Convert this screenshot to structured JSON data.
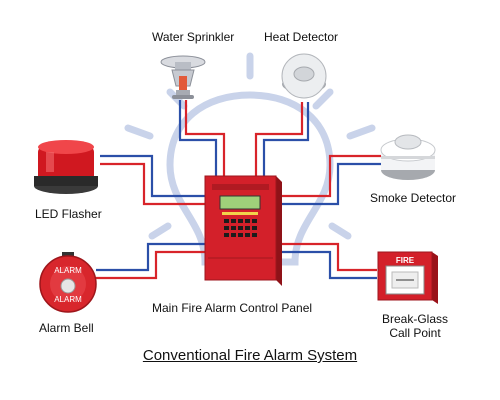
{
  "title": "Conventional Fire Alarm System",
  "devices": {
    "water_sprinkler": "Water Sprinkler",
    "heat_detector": "Heat Detector",
    "led_flasher": "LED Flasher",
    "smoke_detector": "Smoke Detector",
    "alarm_bell": "Alarm Bell",
    "break_glass_line1": "Break-Glass",
    "break_glass_line2": "Call Point"
  },
  "panel": {
    "label": "Main Fire Alarm Control Panel"
  },
  "device_text": {
    "fire_sign": "FIRE",
    "bell_text_top": "ALARM",
    "bell_text_bottom": "ALARM"
  },
  "colors": {
    "wire_red": "#d8242a",
    "wire_blue": "#2b4fa8",
    "panel_red": "#d3202a",
    "bulb_outline": "#c9d3ea"
  }
}
